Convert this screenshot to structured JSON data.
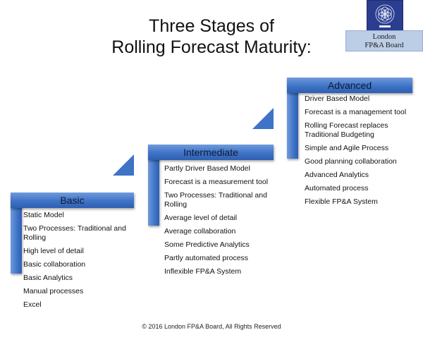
{
  "title": {
    "line1": "Three Stages of",
    "line2": "Rolling Forecast Maturity:"
  },
  "logo": {
    "line1": "London",
    "line2": "FP&A Board"
  },
  "stages": {
    "basic": {
      "label": "Basic",
      "items": [
        "Static  Model",
        "Two Processes: Traditional and Rolling",
        "High level of detail",
        "Basic  collaboration",
        "Basic Analytics",
        "Manual processes",
        "Excel"
      ]
    },
    "intermediate": {
      "label": "Intermediate",
      "items": [
        "Partly Driver Based Model",
        "Forecast is a measurement tool",
        "Two Processes: Traditional and Rolling",
        "Average  level of detail",
        "Average  collaboration",
        "Some Predictive Analytics",
        "Partly automated  process",
        "Inflexible FP&A System"
      ]
    },
    "advanced": {
      "label": "Advanced",
      "items": [
        "Driver Based Model",
        "Forecast is a management tool",
        "Rolling Forecast replaces Traditional Budgeting",
        "Simple and Agile Process",
        "Good planning collaboration",
        "Advanced Analytics",
        "Automated process",
        "Flexible FP&A System"
      ]
    }
  },
  "footer": "© 2016 London FP&A Board, All Rights Reserved",
  "colors": {
    "bar": "#3f73c6",
    "bar_light": "#6f9bdc",
    "logo_plate": "#bccde6",
    "logo_emblem": "#2b3d8f"
  }
}
